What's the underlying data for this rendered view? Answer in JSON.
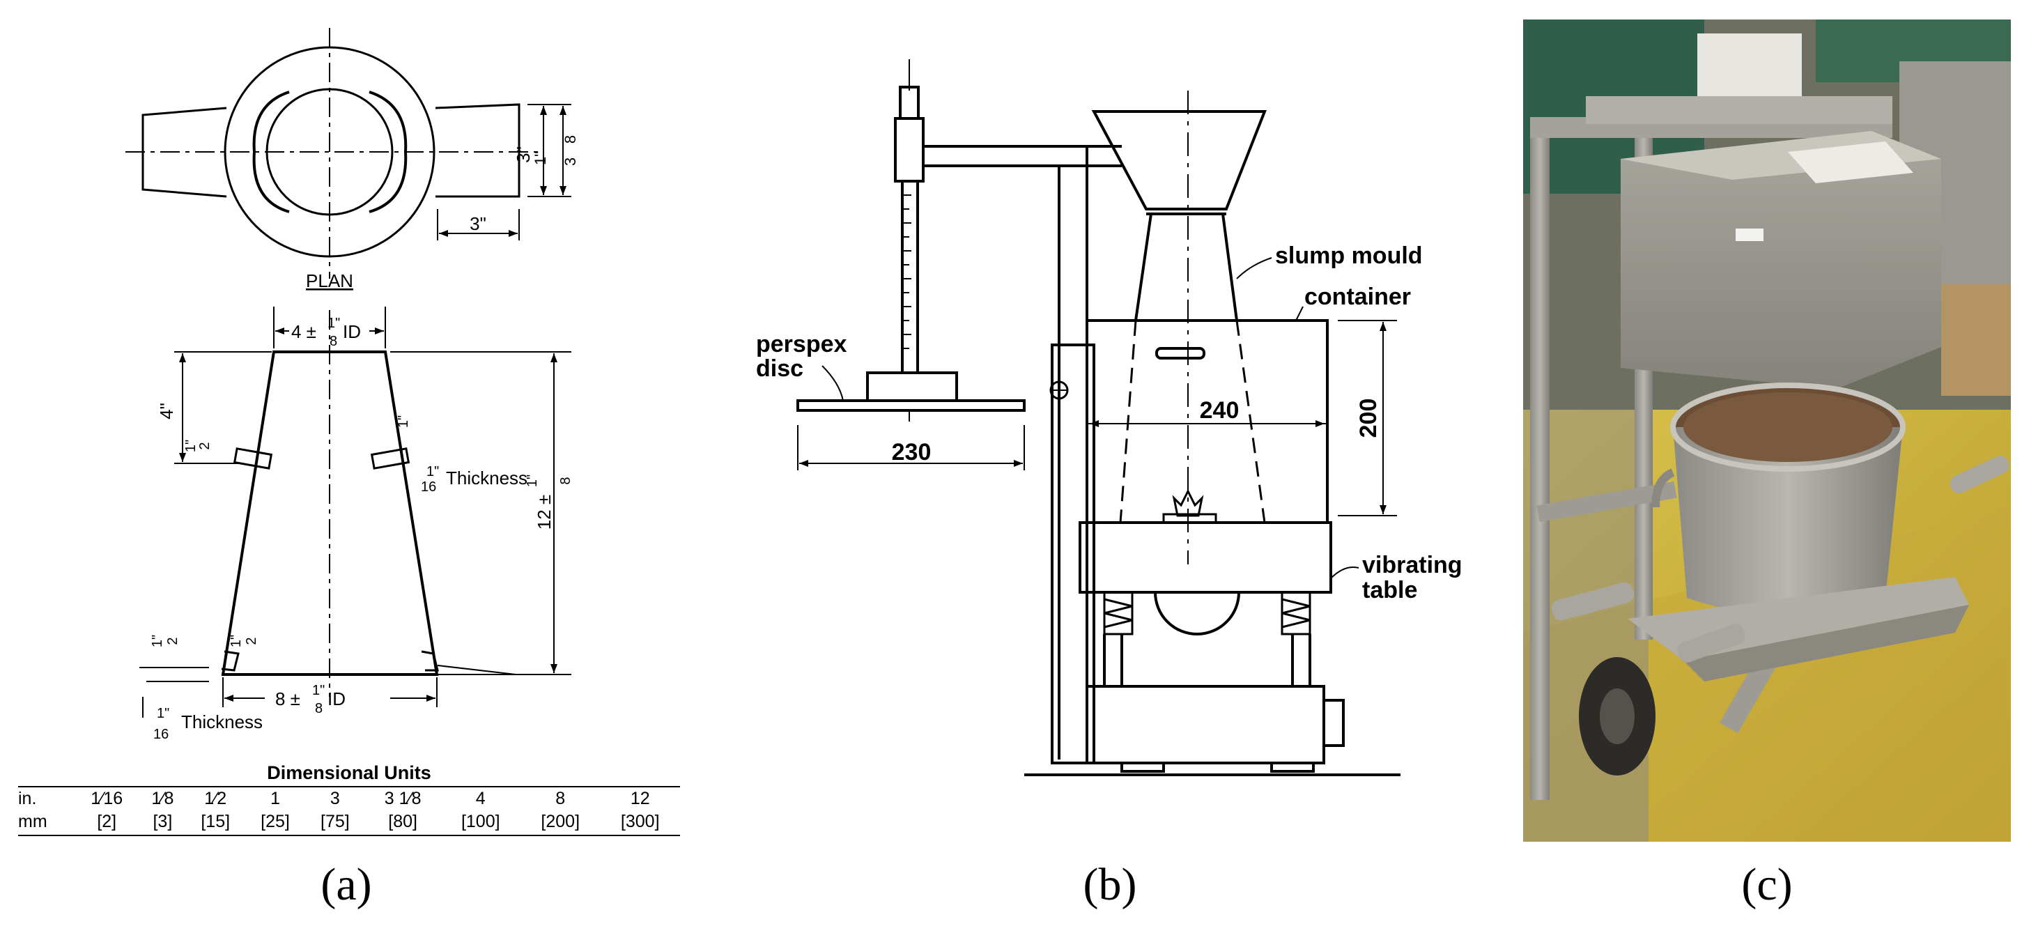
{
  "panel_a": {
    "plan_label": "PLAN",
    "top_id_label": "4 ±",
    "top_id_frac_num": "1\"",
    "top_id_frac_den": "8",
    "top_id_suffix": "ID",
    "bottom_id_label": "8 ±",
    "bottom_id_frac_num": "1\"",
    "bottom_id_frac_den": "8",
    "bottom_id_suffix": "ID",
    "height_label": "12 ±",
    "height_frac_num": "1\"",
    "height_frac_den": "8",
    "handle_offset": "4\"",
    "handle_width": "3\"",
    "handle_depth": "3\"",
    "handle_depth_alt_num": "1\"",
    "handle_depth_alt_den": "8",
    "handle_depth_alt_whole": "3",
    "half_inch_num": "1\"",
    "half_inch_den": "2",
    "one_inch": "1\"",
    "thickness_num": "1\"",
    "thickness_den": "16",
    "thickness_word": "Thickness",
    "units": {
      "title": "Dimensional Units",
      "row_in_label": "in.",
      "row_mm_label": "mm",
      "inches": [
        "1⁄16",
        "1⁄8",
        "1⁄2",
        "1",
        "3",
        "3 1⁄8",
        "4",
        "8",
        "12"
      ],
      "mm": [
        "[2]",
        "[3]",
        "[15]",
        "[25]",
        "[75]",
        "[80]",
        "[100]",
        "[200]",
        "[300]"
      ]
    }
  },
  "panel_b": {
    "perspex_label_1": "perspex",
    "perspex_label_2": "disc",
    "slump_mould_label": "slump mould",
    "container_label": "container",
    "vibrating_label_1": "vibrating",
    "vibrating_label_2": "table",
    "dim_230": "230",
    "dim_240": "240",
    "dim_200": "200"
  },
  "captions": {
    "a": "(a)",
    "b": "(b)",
    "c": "(c)"
  },
  "colors": {
    "line": "#000000",
    "photo_floor": "#c9b13a",
    "photo_wall": "#2f5f4a",
    "photo_metal": "#9a9890",
    "photo_slurry": "#7a5a3e"
  }
}
